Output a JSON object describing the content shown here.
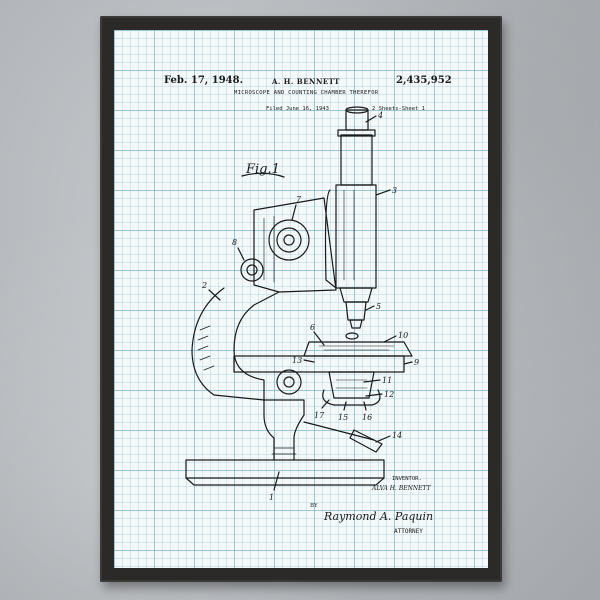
{
  "patent": {
    "date": "Feb. 17, 1948.",
    "inventor_short": "A. H. BENNETT",
    "number": "2,435,952",
    "title": "MICROSCOPE AND COUNTING CHAMBER THEREFOR",
    "filed": "Filed June 16, 1943",
    "sheets": "2 Sheets-Sheet 1"
  },
  "figure": {
    "label": "Fig.1",
    "part_numbers": [
      "1",
      "2",
      "3",
      "4",
      "5",
      "6",
      "7",
      "8",
      "9",
      "10",
      "11",
      "12",
      "13",
      "14",
      "15",
      "16",
      "17"
    ]
  },
  "signature_block": {
    "inventor_label": "INVENTOR.",
    "inventor_name": "ALVA H. BENNETT",
    "by": "BY",
    "signature": "Raymond A. Paquin",
    "attorney_label": "ATTORNEY"
  },
  "colors": {
    "frame": "#2b2a28",
    "paper": "#f4f8f9",
    "grid": "#6eaac8",
    "ink": "#1a1a1a"
  }
}
